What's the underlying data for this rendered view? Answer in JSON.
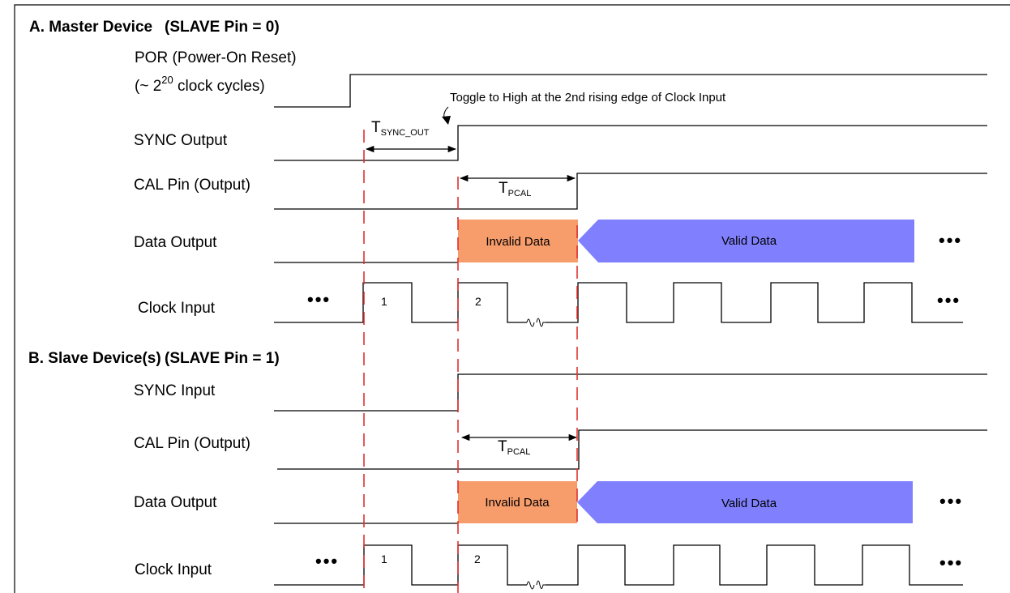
{
  "diagram": {
    "section_a": {
      "title": "A. Master Device",
      "title_pin": "(SLAVE Pin = 0)",
      "por_label_line1": "POR (Power-On Reset)",
      "por_label_line2_prefix": "(~ 2",
      "por_label_line2_exp": "20",
      "por_label_line2_suffix": " clock cycles)",
      "sync_label": "SYNC Output",
      "cal_label": "CAL Pin (Output)",
      "data_label": "Data Output",
      "clock_label": "Clock Input",
      "toggle_annotation": "Toggle to High at the 2nd rising edge of Clock Input",
      "t_sync_main": "T",
      "t_sync_sub": "SYNC_OUT",
      "t_pcal_main": "T",
      "t_pcal_sub": "PCAL",
      "invalid_data": "Invalid Data",
      "valid_data": "Valid Data",
      "clock_num_1": "1",
      "clock_num_2": "2",
      "ellipsis": "•••"
    },
    "section_b": {
      "title": "B. Slave Device(s)",
      "title_pin": "(SLAVE Pin = 1)",
      "sync_label": "SYNC Input",
      "cal_label": "CAL Pin (Output)",
      "data_label": "Data Output",
      "clock_label": "Clock Input",
      "t_pcal_main": "T",
      "t_pcal_sub": "PCAL",
      "invalid_data": "Invalid Data",
      "valid_data": "Valid Data",
      "clock_num_1": "1",
      "clock_num_2": "2",
      "ellipsis": "•••"
    },
    "colors": {
      "invalid_data": "#f79c6b",
      "valid_data": "#8080ff",
      "marker_line": "#e03030",
      "signal": "#000000"
    }
  }
}
